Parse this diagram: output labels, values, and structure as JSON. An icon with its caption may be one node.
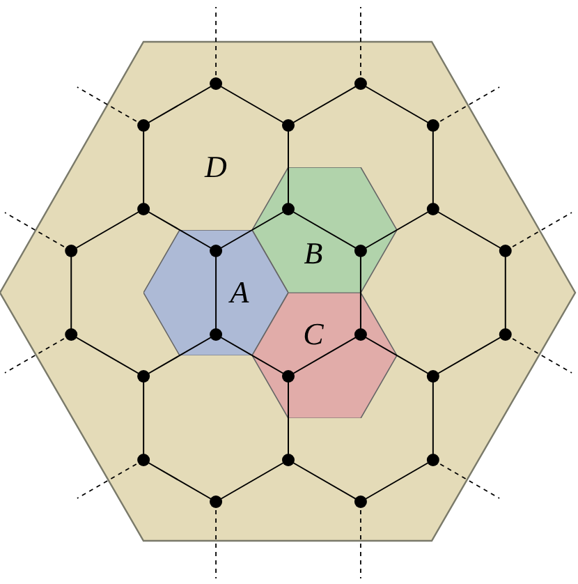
{
  "diagram": {
    "nodes": [
      {
        "text": [
          "B"
        ]
      },
      {
        "text": [
          "A"
        ]
      },
      {
        "text": [
          "C"
        ]
      }
    ],
    "labels": [
      "D"
    ]
  }
}
